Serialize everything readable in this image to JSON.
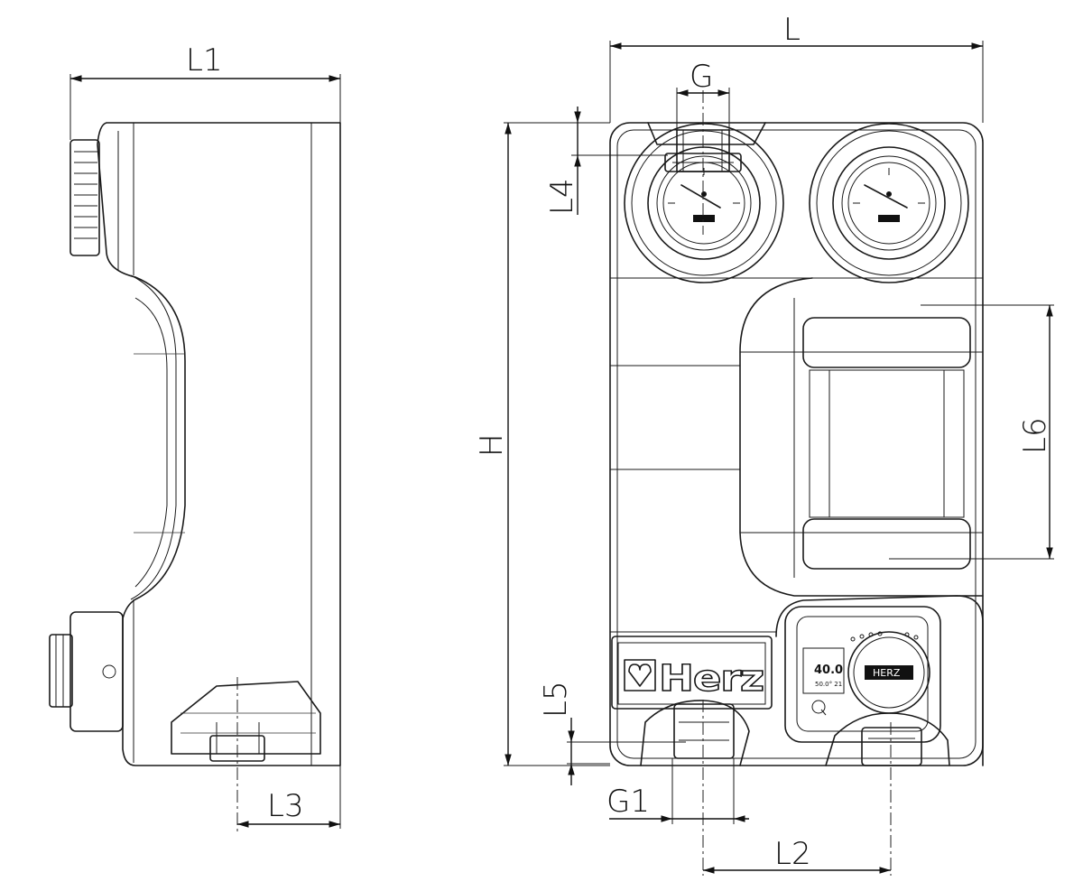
{
  "dimensions": {
    "L1": "L1",
    "L": "L",
    "G": "G",
    "L4": "L4",
    "H": "H",
    "L6": "L6",
    "L5": "L5",
    "G1": "G1",
    "L2": "L2",
    "L3": "L3"
  },
  "brand": {
    "logo_text": "Herz",
    "display_value": "40.0",
    "display_small": "50.0° 21",
    "control_label": "HERZ"
  }
}
